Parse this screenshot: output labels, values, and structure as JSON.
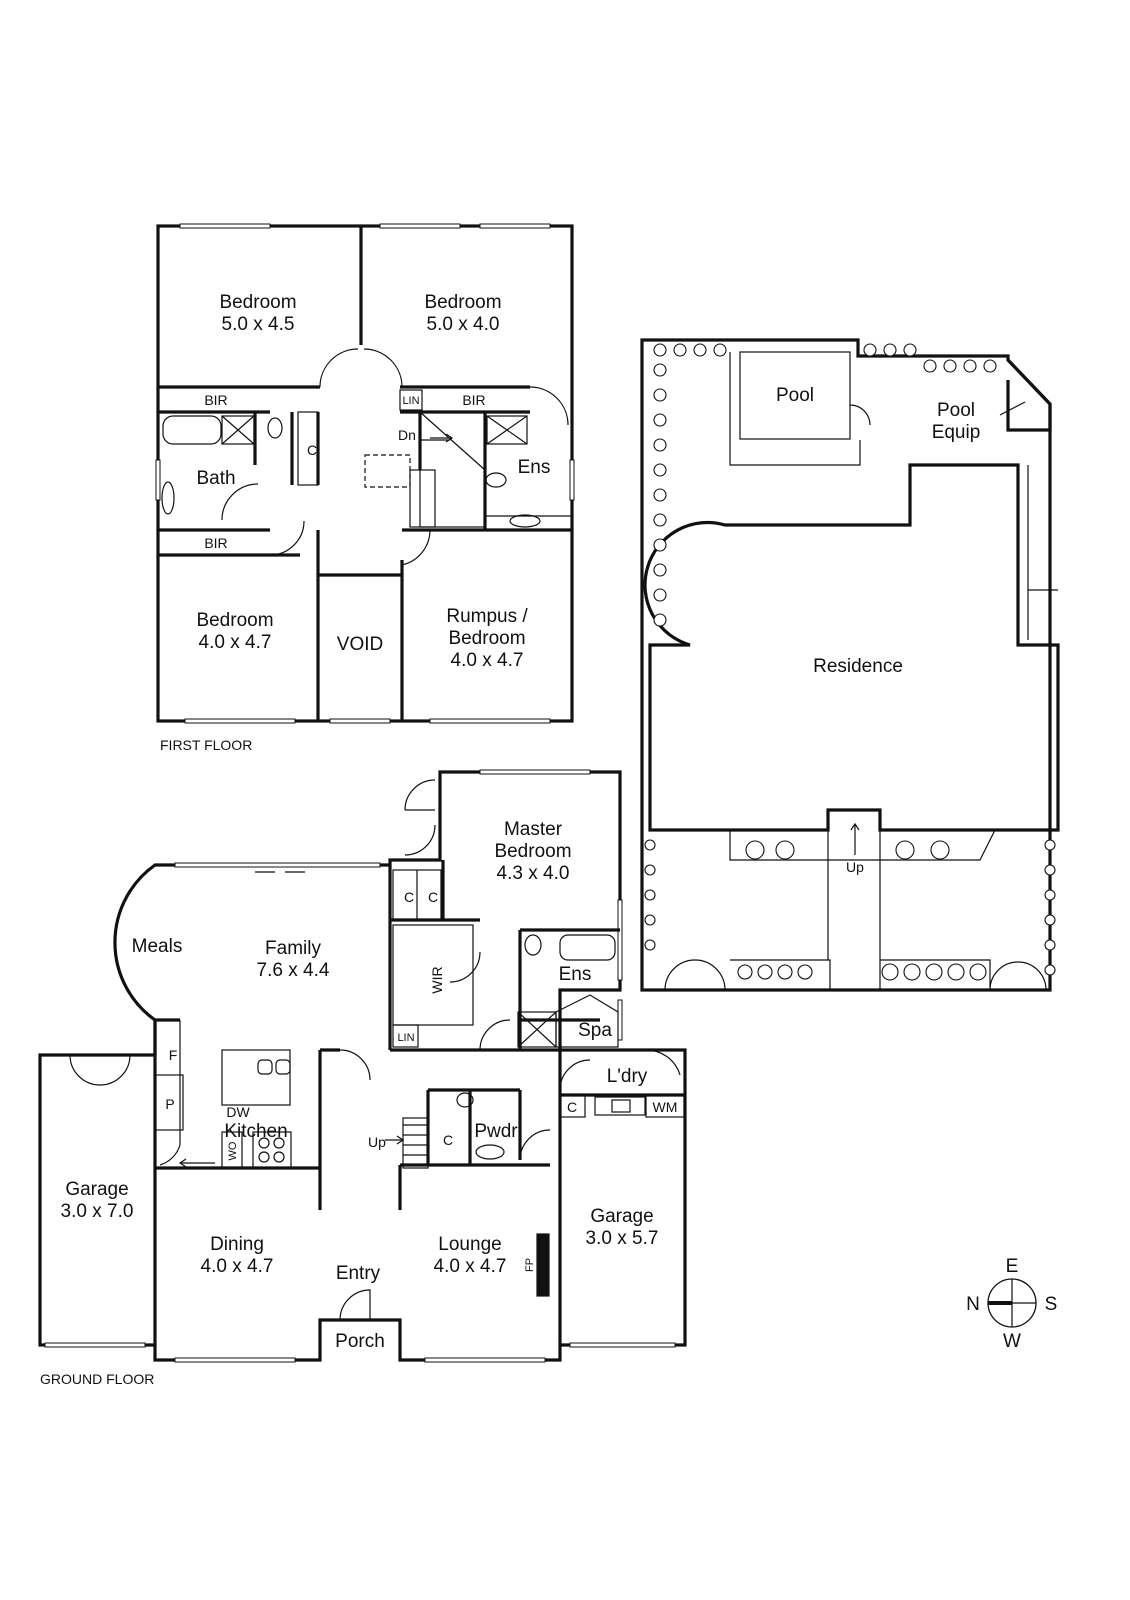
{
  "floors": {
    "first": {
      "title": "FIRST FLOOR",
      "rooms": {
        "bedroom_a": {
          "name": "Bedroom",
          "size": "5.0 x 4.5"
        },
        "bedroom_b": {
          "name": "Bedroom",
          "size": "5.0 x 4.0"
        },
        "bedroom_c": {
          "name": "Bedroom",
          "size": "4.0 x 4.7"
        },
        "rumpus": {
          "name_line1": "Rumpus /",
          "name_line2": "Bedroom",
          "size": "4.0 x 4.7"
        },
        "void": {
          "name": "VOID"
        },
        "bath": {
          "name": "Bath"
        },
        "ens": {
          "name": "Ens"
        }
      },
      "fixtures": {
        "bir_1": "BIR",
        "bir_2": "BIR",
        "bir_3": "BIR",
        "lin": "LIN",
        "c": "C",
        "dn": "Dn"
      }
    },
    "ground": {
      "title": "GROUND FLOOR",
      "rooms": {
        "master": {
          "name_line1": "Master",
          "name_line2": "Bedroom",
          "size": "4.3 x 4.0"
        },
        "family": {
          "name": "Family",
          "size": "7.6 x 4.4"
        },
        "meals": {
          "name": "Meals"
        },
        "kitchen": {
          "name": "Kitchen"
        },
        "garage_left": {
          "name": "Garage",
          "size": "3.0 x 7.0"
        },
        "garage_right": {
          "name": "Garage",
          "size": "3.0 x 5.7"
        },
        "dining": {
          "name": "Dining",
          "size": "4.0 x 4.7"
        },
        "lounge": {
          "name": "Lounge",
          "size": "4.0 x 4.7"
        },
        "entry": {
          "name": "Entry"
        },
        "porch": {
          "name": "Porch"
        },
        "ens": {
          "name": "Ens"
        },
        "spa": {
          "name": "Spa"
        },
        "laundry": {
          "name": "L'dry"
        },
        "pwdr": {
          "name": "Pwdr"
        }
      },
      "fixtures": {
        "c1": "C",
        "c2": "C",
        "c3": "C",
        "c4": "C",
        "wir": "WIR",
        "lin": "LIN",
        "f": "F",
        "p": "P",
        "dw": "DW",
        "wo": "WO",
        "wm": "WM",
        "fp": "FP",
        "up": "Up"
      }
    },
    "site": {
      "rooms": {
        "pool": {
          "name": "Pool"
        },
        "pool_equip": {
          "name_line1": "Pool",
          "name_line2": "Equip"
        },
        "residence": {
          "name": "Residence"
        }
      },
      "up": "Up"
    }
  },
  "compass": {
    "n": "N",
    "e": "E",
    "s": "S",
    "w": "W"
  }
}
